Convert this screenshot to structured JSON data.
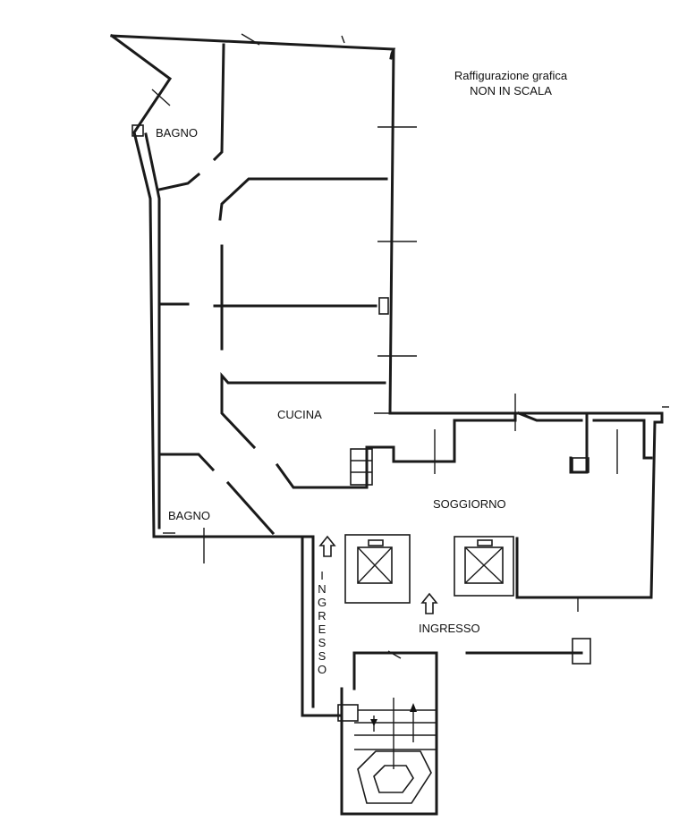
{
  "note": {
    "line1": "Raffigurazione grafica",
    "line2": "NON IN SCALA"
  },
  "rooms": {
    "bagno_top": "BAGNO",
    "cucina": "CUCINA",
    "bagno_bottom": "BAGNO",
    "soggiorno": "SOGGIORNO",
    "ingresso_h": "INGRESSO",
    "ingresso_v": [
      "I",
      "N",
      "G",
      "R",
      "E",
      "S",
      "S",
      "O"
    ]
  }
}
